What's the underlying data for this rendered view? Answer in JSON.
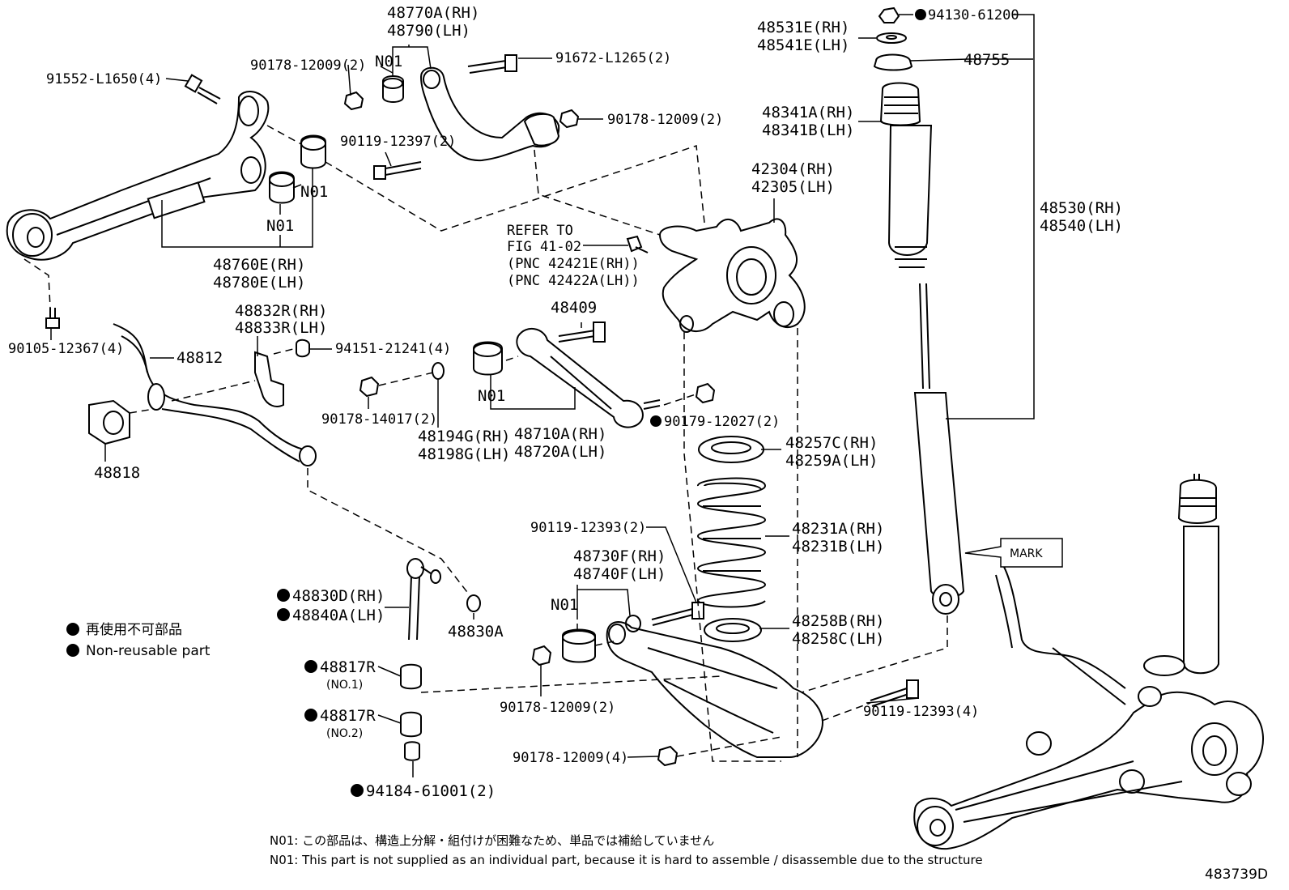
{
  "labels": {
    "p48770A": "48770A(RH)",
    "p48790": "48790(LH)",
    "n01_top": "N01",
    "p90178_12009_2a": "90178-12009(2)",
    "p91672": "91672-L1265(2)",
    "p91552": "91552-L1650(4)",
    "p90178_12009_2b": "90178-12009(2)",
    "p90119_12397": "90119-12397(2)",
    "n01_mid": "N01",
    "n01_low": "N01",
    "p48760E": "48760E(RH)",
    "p48780E": "48780E(LH)",
    "p90105": "90105-12367(4)",
    "p48832R": "48832R(RH)",
    "p48833R": "48833R(LH)",
    "p94151": "94151-21241(4)",
    "p48812": "48812",
    "p90178_14017": "90178-14017(2)",
    "p48194G": "48194G(RH)",
    "p48198G": "48198G(LH)",
    "p48818": "48818",
    "refer1": "REFER TO",
    "refer2": "FIG 41-02",
    "refer3": "(PNC 42421E(RH))",
    "refer4": "(PNC 42422A(LH))",
    "p48409": "48409",
    "n01_arm": "N01",
    "p48710A": "48710A(RH)",
    "p48720A": "48720A(LH)",
    "p90179": "90179-12027(2)",
    "p42304": "42304(RH)",
    "p42305": "42305(LH)",
    "p94130": "94130-61200",
    "p48531E": "48531E(RH)",
    "p48541E": "48541E(LH)",
    "p48755": "48755",
    "p48341A": "48341A(RH)",
    "p48341B": "48341B(LH)",
    "p48530": "48530(RH)",
    "p48540": "48540(LH)",
    "p48257C": "48257C(RH)",
    "p48259A": "48259A(LH)",
    "p90119_12393_2": "90119-12393(2)",
    "p48231A": "48231A(RH)",
    "p48231B": "48231B(LH)",
    "p48730F": "48730F(RH)",
    "p48740F": "48740F(LH)",
    "n01_lower": "N01",
    "mark": "MARK",
    "p48830D": "48830D(RH)",
    "p48840A": "48840A(LH)",
    "p48830A": "48830A",
    "p48258B": "48258B(RH)",
    "p48258C": "48258C(LH)",
    "p48817R_1": "48817R",
    "no1": "(NO.1)",
    "p48817R_2": "48817R",
    "no2": "(NO.2)",
    "p90178_12009_lower": "90178-12009(2)",
    "p90119_12393_4": "90119-12393(4)",
    "p90178_12009_4": "90178-12009(4)",
    "p94184": "94184-61001(2)"
  },
  "legend": {
    "jp": "再使用不可部品",
    "en": "Non-reusable part"
  },
  "notes": {
    "jp": "N01: この部品は、構造上分解・組付けが困難なため、単品では補給していません",
    "en": "N01: This part is not supplied as an individual part, because it is hard to assemble / disassemble due to the structure"
  },
  "figure_id": "483739D"
}
